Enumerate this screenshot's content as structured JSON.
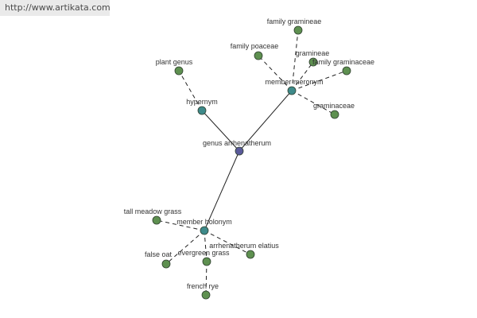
{
  "watermark": {
    "text": "http://www.artikata.com"
  },
  "colors": {
    "center_node": "#5a5a9a",
    "hub_node": "#3e8a8a",
    "leaf_node": "#5e9050",
    "node_stroke": "#2f3f2f",
    "edge": "#222222"
  },
  "nodes": [
    {
      "id": "center",
      "label": "genus arrhenatherum",
      "kind": "center"
    },
    {
      "id": "hypernym",
      "label": "hypernym",
      "kind": "hub"
    },
    {
      "id": "meronym",
      "label": "member meronym",
      "kind": "hub"
    },
    {
      "id": "holonym",
      "label": "member holonym",
      "kind": "hub"
    },
    {
      "id": "plant_genus",
      "label": "plant genus",
      "kind": "leaf"
    },
    {
      "id": "fam_gramineae",
      "label": "family gramineae",
      "kind": "leaf"
    },
    {
      "id": "fam_poaceae",
      "label": "family poaceae",
      "kind": "leaf"
    },
    {
      "id": "gramineae",
      "label": "gramineae",
      "kind": "leaf"
    },
    {
      "id": "fam_graminaceae",
      "label": "family graminaceae",
      "kind": "leaf"
    },
    {
      "id": "graminaceae",
      "label": "graminaceae",
      "kind": "leaf"
    },
    {
      "id": "tall_meadow",
      "label": "tall meadow grass",
      "kind": "leaf"
    },
    {
      "id": "false_oat",
      "label": "false oat",
      "kind": "leaf"
    },
    {
      "id": "evergreen",
      "label": "evergreen grass",
      "kind": "leaf"
    },
    {
      "id": "elatius",
      "label": "arrhenatherum elatius",
      "kind": "leaf"
    },
    {
      "id": "french_rye",
      "label": "french rye",
      "kind": "leaf"
    }
  ],
  "edges": [
    {
      "from": "center",
      "to": "hypernym",
      "style": "solid"
    },
    {
      "from": "center",
      "to": "meronym",
      "style": "solid"
    },
    {
      "from": "center",
      "to": "holonym",
      "style": "solid"
    },
    {
      "from": "hypernym",
      "to": "plant_genus",
      "style": "dashed"
    },
    {
      "from": "meronym",
      "to": "fam_gramineae",
      "style": "dashed"
    },
    {
      "from": "meronym",
      "to": "fam_poaceae",
      "style": "dashed"
    },
    {
      "from": "meronym",
      "to": "gramineae",
      "style": "dashed"
    },
    {
      "from": "meronym",
      "to": "fam_graminaceae",
      "style": "dashed"
    },
    {
      "from": "meronym",
      "to": "graminaceae",
      "style": "dashed"
    },
    {
      "from": "holonym",
      "to": "tall_meadow",
      "style": "dashed"
    },
    {
      "from": "holonym",
      "to": "false_oat",
      "style": "dashed"
    },
    {
      "from": "holonym",
      "to": "evergreen",
      "style": "dashed"
    },
    {
      "from": "holonym",
      "to": "elatius",
      "style": "dashed"
    },
    {
      "from": "evergreen",
      "to": "french_rye",
      "style": "dashed"
    }
  ]
}
